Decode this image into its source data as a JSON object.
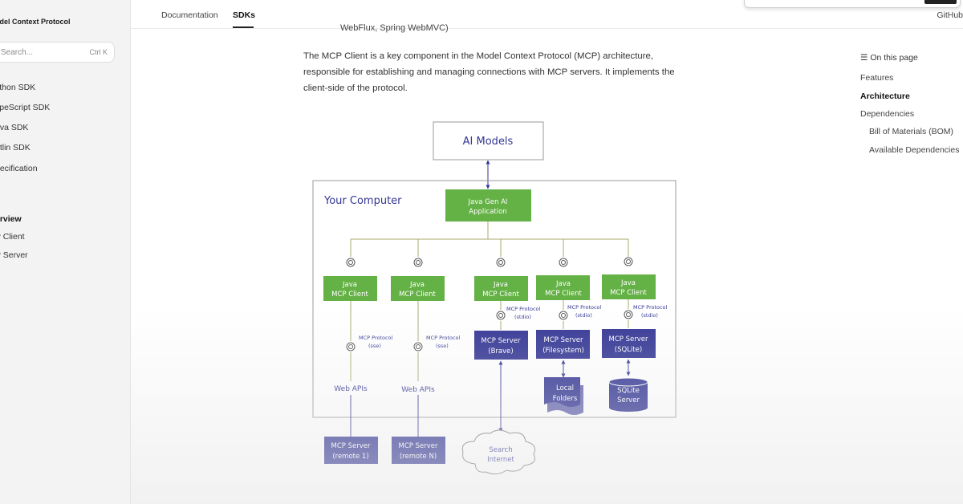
{
  "sidebar": {
    "brand": "odel Context Protocol",
    "search": {
      "placeholder": "Search...",
      "shortcut": "Ctrl K"
    },
    "items": [
      {
        "label": "ython SDK"
      },
      {
        "label": "ypeScript SDK"
      },
      {
        "label": "ava SDK"
      },
      {
        "label": "otlin SDK"
      },
      {
        "label": "pecification"
      }
    ],
    "section": {
      "title": "erview",
      "items": [
        {
          "label": "P Client"
        },
        {
          "label": "P Server"
        }
      ]
    }
  },
  "topbar": {
    "tabs": [
      {
        "label": "Documentation"
      },
      {
        "label": "SDKs"
      }
    ],
    "github": "GitHub"
  },
  "content": {
    "cut_line": "WebFlux, Spring WebMVC)",
    "intro": "The MCP Client is a key component in the Model Context Protocol (MCP) architecture, responsible for establishing and managing connections with MCP servers. It implements the client-side of the protocol."
  },
  "diagram": {
    "ai_models": "AI Models",
    "your_computer": "Your Computer",
    "app": [
      "Java Gen AI",
      "Application"
    ],
    "client": [
      "Java",
      "MCP Client"
    ],
    "protocol_sse": [
      "MCP Protocol",
      "(sse)"
    ],
    "protocol_stdio": [
      "MCP Protocol",
      "(stdio)"
    ],
    "web_apis": "Web APIs",
    "server_brave": [
      "MCP Server",
      "(Brave)"
    ],
    "server_fs": [
      "MCP Server",
      "(Filesystem)"
    ],
    "server_sqlite": [
      "MCP Server",
      "(SQLite)"
    ],
    "local_folders": [
      "Local",
      "Folders"
    ],
    "sqlite_server": [
      "SQLite",
      "Server"
    ],
    "remote1": [
      "MCP Server",
      "(remote 1)"
    ],
    "remoteN": [
      "MCP Server",
      "(remote N)"
    ],
    "search_internet": [
      "Search",
      "Internet"
    ],
    "colors": {
      "green": "#64b145",
      "navy": "#333694",
      "border": "#9a9a9a",
      "line": "#a8a86c"
    }
  },
  "toc": {
    "title": "On this page",
    "items": [
      {
        "label": "Features"
      },
      {
        "label": "Architecture"
      },
      {
        "label": "Dependencies"
      },
      {
        "label": "Bill of Materials (BOM)"
      },
      {
        "label": "Available Dependencies"
      }
    ]
  }
}
